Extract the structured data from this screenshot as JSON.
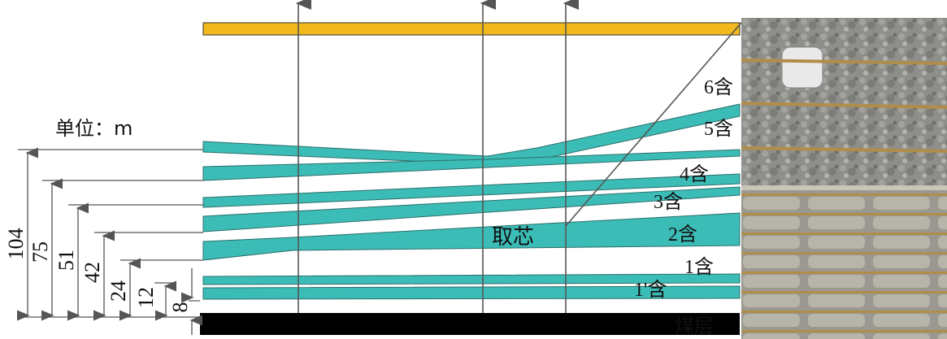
{
  "unit_label": "单位：m",
  "coal_seam_label": "煤层",
  "coring_label": "取芯",
  "aquifers": [
    {
      "id": "1prime",
      "label": "1'含"
    },
    {
      "id": "1",
      "label": "1含"
    },
    {
      "id": "2",
      "label": "2含"
    },
    {
      "id": "3",
      "label": "3含"
    },
    {
      "id": "4",
      "label": "4含"
    },
    {
      "id": "5",
      "label": "5含"
    },
    {
      "id": "6",
      "label": "6含"
    }
  ],
  "heights_above_coal": [
    {
      "label": "104",
      "value": 104
    },
    {
      "label": "75",
      "value": 75
    },
    {
      "label": "51",
      "value": 51
    },
    {
      "label": "42",
      "value": 42
    },
    {
      "label": "24",
      "value": 24
    },
    {
      "label": "12",
      "value": 12
    },
    {
      "label": "8",
      "value": 8
    }
  ],
  "colors": {
    "aquifer": "#3cbcb6",
    "aquifer_stroke": "#2b6f6a",
    "top_layer": "#f2b91d",
    "coal": "#000000",
    "lines": "#555555"
  },
  "photo": {
    "description_icon": "core-sample-photo"
  }
}
